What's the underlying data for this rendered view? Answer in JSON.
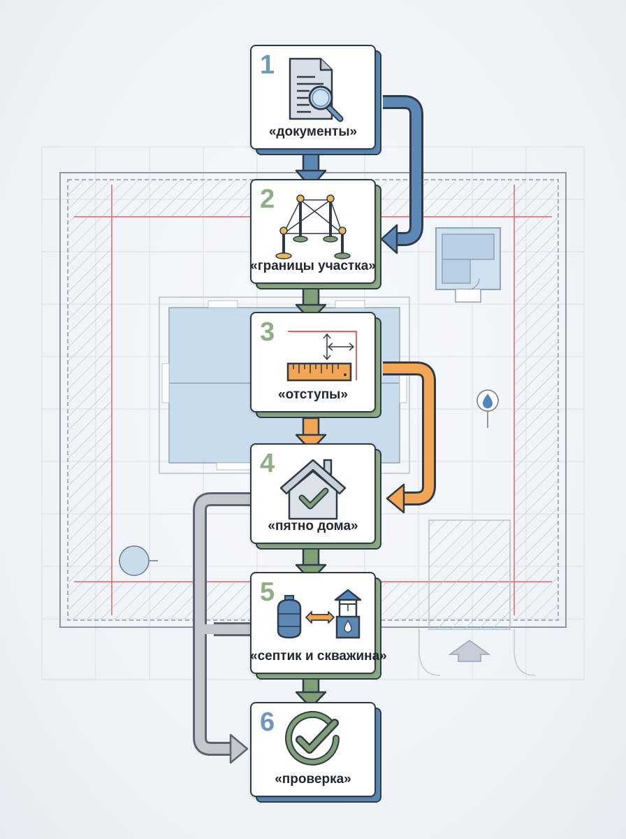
{
  "steps": [
    {
      "number": "1",
      "label": "«документы»",
      "icon": "document-search-icon"
    },
    {
      "number": "2",
      "label": "«границы участка»",
      "icon": "boundary-posts-icon"
    },
    {
      "number": "3",
      "label": "«отступы»",
      "icon": "ruler-setback-icon"
    },
    {
      "number": "4",
      "label": "«пятно дома»",
      "icon": "house-check-icon"
    },
    {
      "number": "5",
      "label": "«септик и скважина»",
      "icon": "septic-well-icon"
    },
    {
      "number": "6",
      "label": "«проверка»",
      "icon": "check-circle-icon"
    }
  ],
  "colors": {
    "blue": "#5b88b5",
    "green": "#7fa076",
    "orange": "#f2a553",
    "gray": "#b9bec4",
    "red_line": "#e06767",
    "outline": "#2f3a48"
  }
}
